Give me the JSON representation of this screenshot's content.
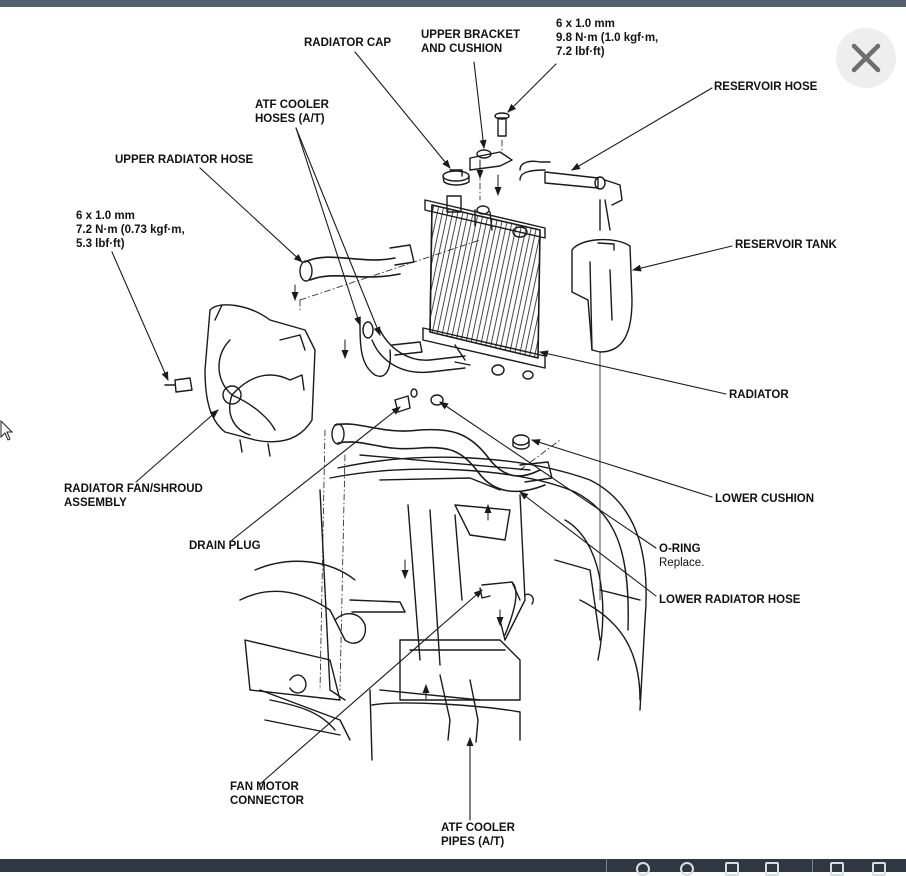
{
  "window": {
    "close_icon": "close-icon",
    "cursor_icon": "arrow-cursor-icon",
    "colors": {
      "topbar": "#55606e",
      "bottombar": "#2f3742",
      "close_bg": "#eeeeee",
      "close_glyph": "#6e6e6e",
      "line_art": "#1a1a1a"
    }
  },
  "diagram": {
    "labels": {
      "radiator_cap": [
        "RADIATOR CAP"
      ],
      "upper_bracket": [
        "UPPER BRACKET",
        "AND CUSHION"
      ],
      "bolt_upper": [
        "6 x 1.0 mm",
        "9.8 N·m (1.0 kgf·m,",
        "7.2 lbf·ft)"
      ],
      "reservoir_hose": [
        "RESERVOIR HOSE"
      ],
      "atf_cooler_hoses": [
        "ATF COOLER",
        "HOSES (A/T)"
      ],
      "upper_radiator_hose": [
        "UPPER RADIATOR HOSE"
      ],
      "bolt_fan": [
        "6 x 1.0 mm",
        "7.2 N·m (0.73 kgf·m,",
        "5.3 lbf·ft)"
      ],
      "reservoir_tank": [
        "RESERVOIR TANK"
      ],
      "radiator": [
        "RADIATOR"
      ],
      "fan_shroud": [
        "RADIATOR FAN/SHROUD",
        "ASSEMBLY"
      ],
      "lower_cushion": [
        "LOWER CUSHION"
      ],
      "drain_plug": [
        "DRAIN PLUG"
      ],
      "o_ring": [
        "O-RING"
      ],
      "o_ring_note": "Replace.",
      "lower_radiator_hose": [
        "LOWER RADIATOR HOSE"
      ],
      "fan_motor_connector": [
        "FAN MOTOR",
        "CONNECTOR"
      ],
      "atf_cooler_pipes": [
        "ATF COOLER",
        "PIPES (A/T)"
      ]
    }
  }
}
